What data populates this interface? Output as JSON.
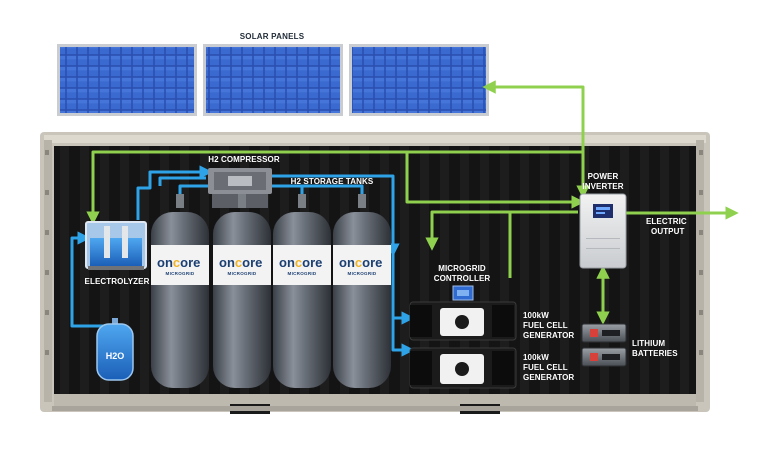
{
  "labels": {
    "solar_panels": "SOLAR PANELS",
    "h2_compressor": "H2 COMPRESSOR",
    "h2_storage_tanks": "H2 STORAGE TANKS",
    "power_inverter_1": "POWER",
    "power_inverter_2": "INVERTER",
    "electric_output_1": "ELECTRIC",
    "electric_output_2": "OUTPUT",
    "electrolyzer": "ELECTROLYZER",
    "microgrid_controller_1": "MICROGRID",
    "microgrid_controller_2": "CONTROLLER",
    "fuel_cell_1_line1": "100kW",
    "fuel_cell_1_line2": "FUEL CELL",
    "fuel_cell_1_line3": "GENERATOR",
    "fuel_cell_2_line1": "100kW",
    "fuel_cell_2_line2": "FUEL CELL",
    "fuel_cell_2_line3": "GENERATOR",
    "lithium_1": "LITHIUM",
    "lithium_2": "BATTERIES",
    "h2o": "H2O"
  },
  "tank_brand": {
    "name_a": "on",
    "name_b": "c",
    "name_c": "ore",
    "sub": "MICROGRID"
  },
  "colors": {
    "power_line": "#8fd14f",
    "hydrogen_line": "#2ea3e8",
    "container": "#cbc7bd",
    "container_interior": "#161616",
    "solar_cell": "#2d56b8",
    "brand_accent": "#f0b429"
  }
}
